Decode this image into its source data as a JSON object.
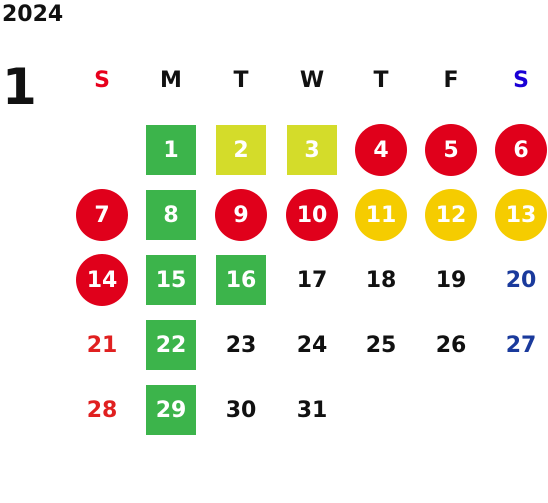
{
  "header": {
    "year": "2024",
    "month": "1"
  },
  "weekdays": [
    {
      "label": "S",
      "color": "#e8001c"
    },
    {
      "label": "M",
      "color": "#111111"
    },
    {
      "label": "T",
      "color": "#111111"
    },
    {
      "label": "W",
      "color": "#111111"
    },
    {
      "label": "T",
      "color": "#111111"
    },
    {
      "label": "F",
      "color": "#111111"
    },
    {
      "label": "S",
      "color": "#1a00d6"
    }
  ],
  "colors": {
    "green": "#3cb44b",
    "lime": "#d4dc2a",
    "red": "#e0001b",
    "yellow": "#f5cc00",
    "text_default": "#111111",
    "text_sunday": "#e02020",
    "text_saturday": "#1a3a9c",
    "text_on_mark": "#ffffff"
  },
  "first_weekday": 1,
  "days": [
    {
      "n": "1",
      "mark": "square",
      "color": "green"
    },
    {
      "n": "2",
      "mark": "square",
      "color": "lime"
    },
    {
      "n": "3",
      "mark": "square",
      "color": "lime"
    },
    {
      "n": "4",
      "mark": "circle",
      "color": "red"
    },
    {
      "n": "5",
      "mark": "circle",
      "color": "red"
    },
    {
      "n": "6",
      "mark": "circle",
      "color": "red"
    },
    {
      "n": "7",
      "mark": "circle",
      "color": "red"
    },
    {
      "n": "8",
      "mark": "square",
      "color": "green"
    },
    {
      "n": "9",
      "mark": "circle",
      "color": "red"
    },
    {
      "n": "10",
      "mark": "circle",
      "color": "red"
    },
    {
      "n": "11",
      "mark": "circle",
      "color": "yellow"
    },
    {
      "n": "12",
      "mark": "circle",
      "color": "yellow"
    },
    {
      "n": "13",
      "mark": "circle",
      "color": "yellow"
    },
    {
      "n": "14",
      "mark": "circle",
      "color": "red"
    },
    {
      "n": "15",
      "mark": "square",
      "color": "green"
    },
    {
      "n": "16",
      "mark": "square",
      "color": "green"
    },
    {
      "n": "17"
    },
    {
      "n": "18"
    },
    {
      "n": "19"
    },
    {
      "n": "20"
    },
    {
      "n": "21"
    },
    {
      "n": "22",
      "mark": "square",
      "color": "green"
    },
    {
      "n": "23"
    },
    {
      "n": "24"
    },
    {
      "n": "25"
    },
    {
      "n": "26"
    },
    {
      "n": "27"
    },
    {
      "n": "28"
    },
    {
      "n": "29",
      "mark": "square",
      "color": "green"
    },
    {
      "n": "30"
    },
    {
      "n": "31"
    }
  ]
}
